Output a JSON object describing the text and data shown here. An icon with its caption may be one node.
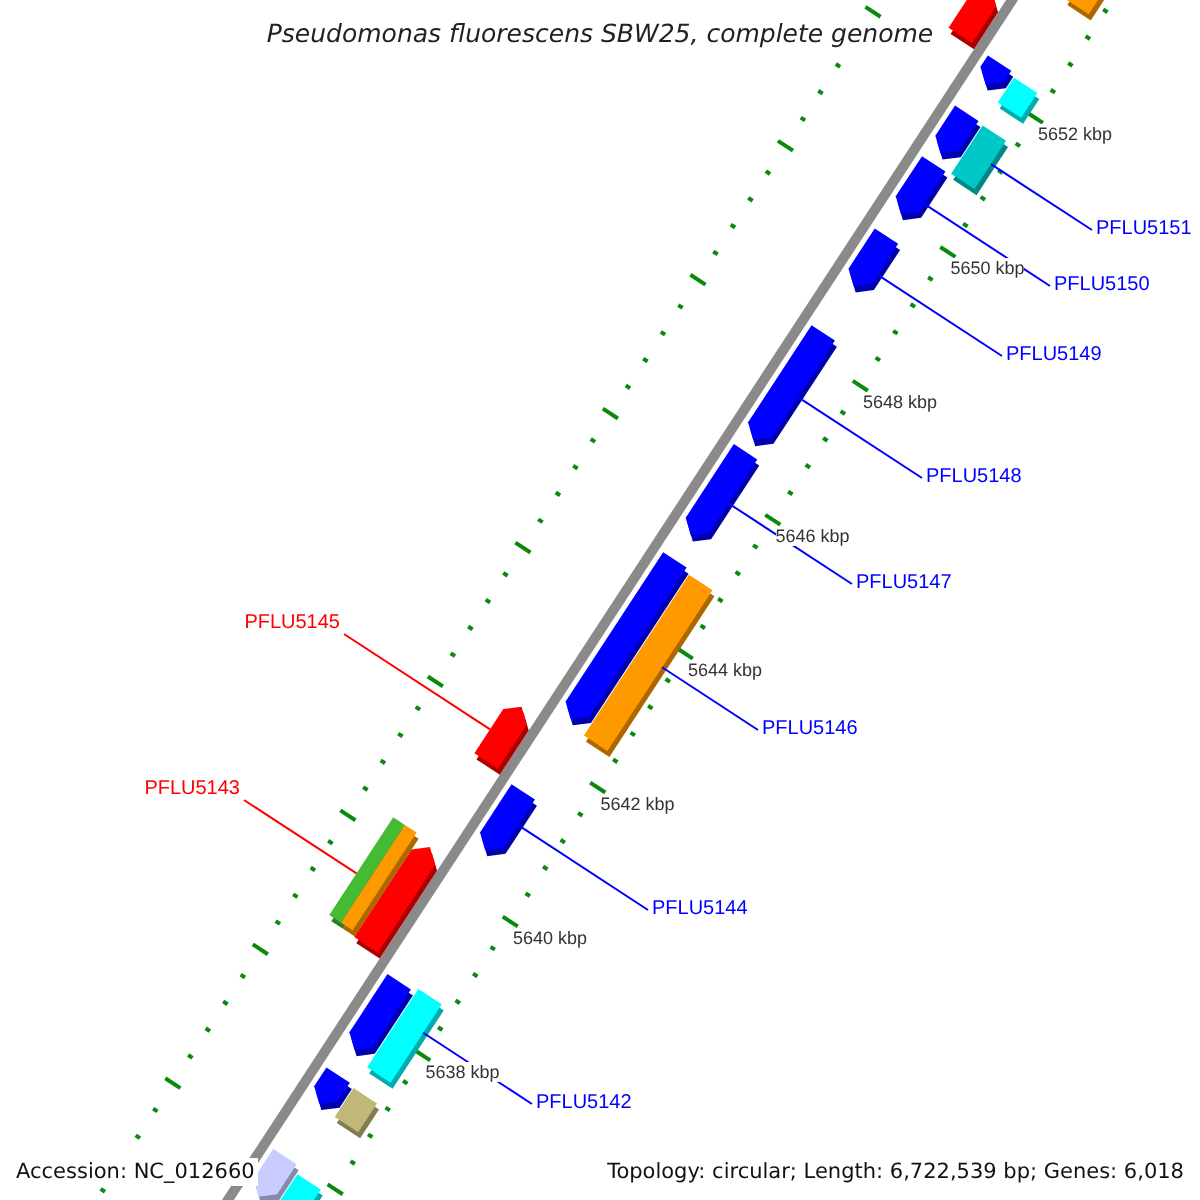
{
  "diagram": {
    "title": "Pseudomonas fluorescens SBW25, complete genome",
    "nodes": [
      {
        "text": [
          "PFLU5151"
        ]
      },
      {
        "text": [
          "PFLU5150"
        ]
      },
      {
        "text": [
          "PFLU5149"
        ]
      },
      {
        "text": [
          "PFLU5148"
        ]
      },
      {
        "text": [
          "PFLU5147"
        ]
      },
      {
        "text": [
          "PFLU5145"
        ]
      },
      {
        "text": [
          "PFLU5146"
        ]
      },
      {
        "text": [
          "PFLU5143"
        ]
      },
      {
        "text": [
          "PFLU5144"
        ]
      },
      {
        "text": [
          "PFLU5142"
        ]
      },
      {
        "text": [],
        "shape": "arrow"
      },
      {
        "text": [],
        "shape": "box"
      },
      {
        "text": [],
        "shape": "arrow"
      },
      {
        "text": [],
        "shape": "box"
      },
      {
        "text": [],
        "shape": "arrow"
      },
      {
        "text": [],
        "shape": "box"
      },
      {
        "text": [],
        "shape": "arrow"
      },
      {
        "text": [],
        "shape": "arrow"
      },
      {
        "text": [],
        "shape": "arrow"
      },
      {
        "text": [],
        "shape": "arrow"
      },
      {
        "text": [],
        "shape": "arrow"
      },
      {
        "text": [],
        "shape": "box"
      },
      {
        "text": [],
        "shape": "arrow"
      },
      {
        "text": [],
        "shape": "arrow"
      },
      {
        "text": [],
        "shape": "box"
      },
      {
        "text": [],
        "shape": "box"
      },
      {
        "text": [],
        "shape": "arrow"
      },
      {
        "text": [],
        "shape": "arrow"
      },
      {
        "text": [],
        "shape": "box"
      },
      {
        "text": [],
        "shape": "arrow"
      },
      {
        "text": [],
        "shape": "box"
      },
      {
        "text": [],
        "shape": "arrow"
      },
      {
        "text": [],
        "shape": "box"
      }
    ],
    "edges": [
      {
        "from": 0,
        "to": 15,
        "arrow": "none"
      },
      {
        "from": 1,
        "to": 16,
        "arrow": "none"
      },
      {
        "from": 2,
        "to": 17,
        "arrow": "none"
      },
      {
        "from": 3,
        "to": 18,
        "arrow": "none"
      },
      {
        "from": 4,
        "to": 19,
        "arrow": "none"
      },
      {
        "from": 5,
        "to": 22,
        "arrow": "none",
        "color": "#ff0000"
      },
      {
        "from": 6,
        "to": 21,
        "arrow": "none"
      },
      {
        "from": 7,
        "to": 24,
        "arrow": "none",
        "color": "#ff0000"
      },
      {
        "from": 8,
        "to": 23,
        "arrow": "none"
      },
      {
        "from": 9,
        "to": 28,
        "arrow": "none"
      }
    ],
    "labels": [
      "5652 kbp",
      "5650 kbp",
      "5648 kbp",
      "5646 kbp",
      "5644 kbp",
      "5642 kbp",
      "5640 kbp",
      "5638 kbp",
      "Accession: NC_012660",
      "Topology: circular; Length: 6,722,539 bp; Genes: 6,018"
    ]
  }
}
